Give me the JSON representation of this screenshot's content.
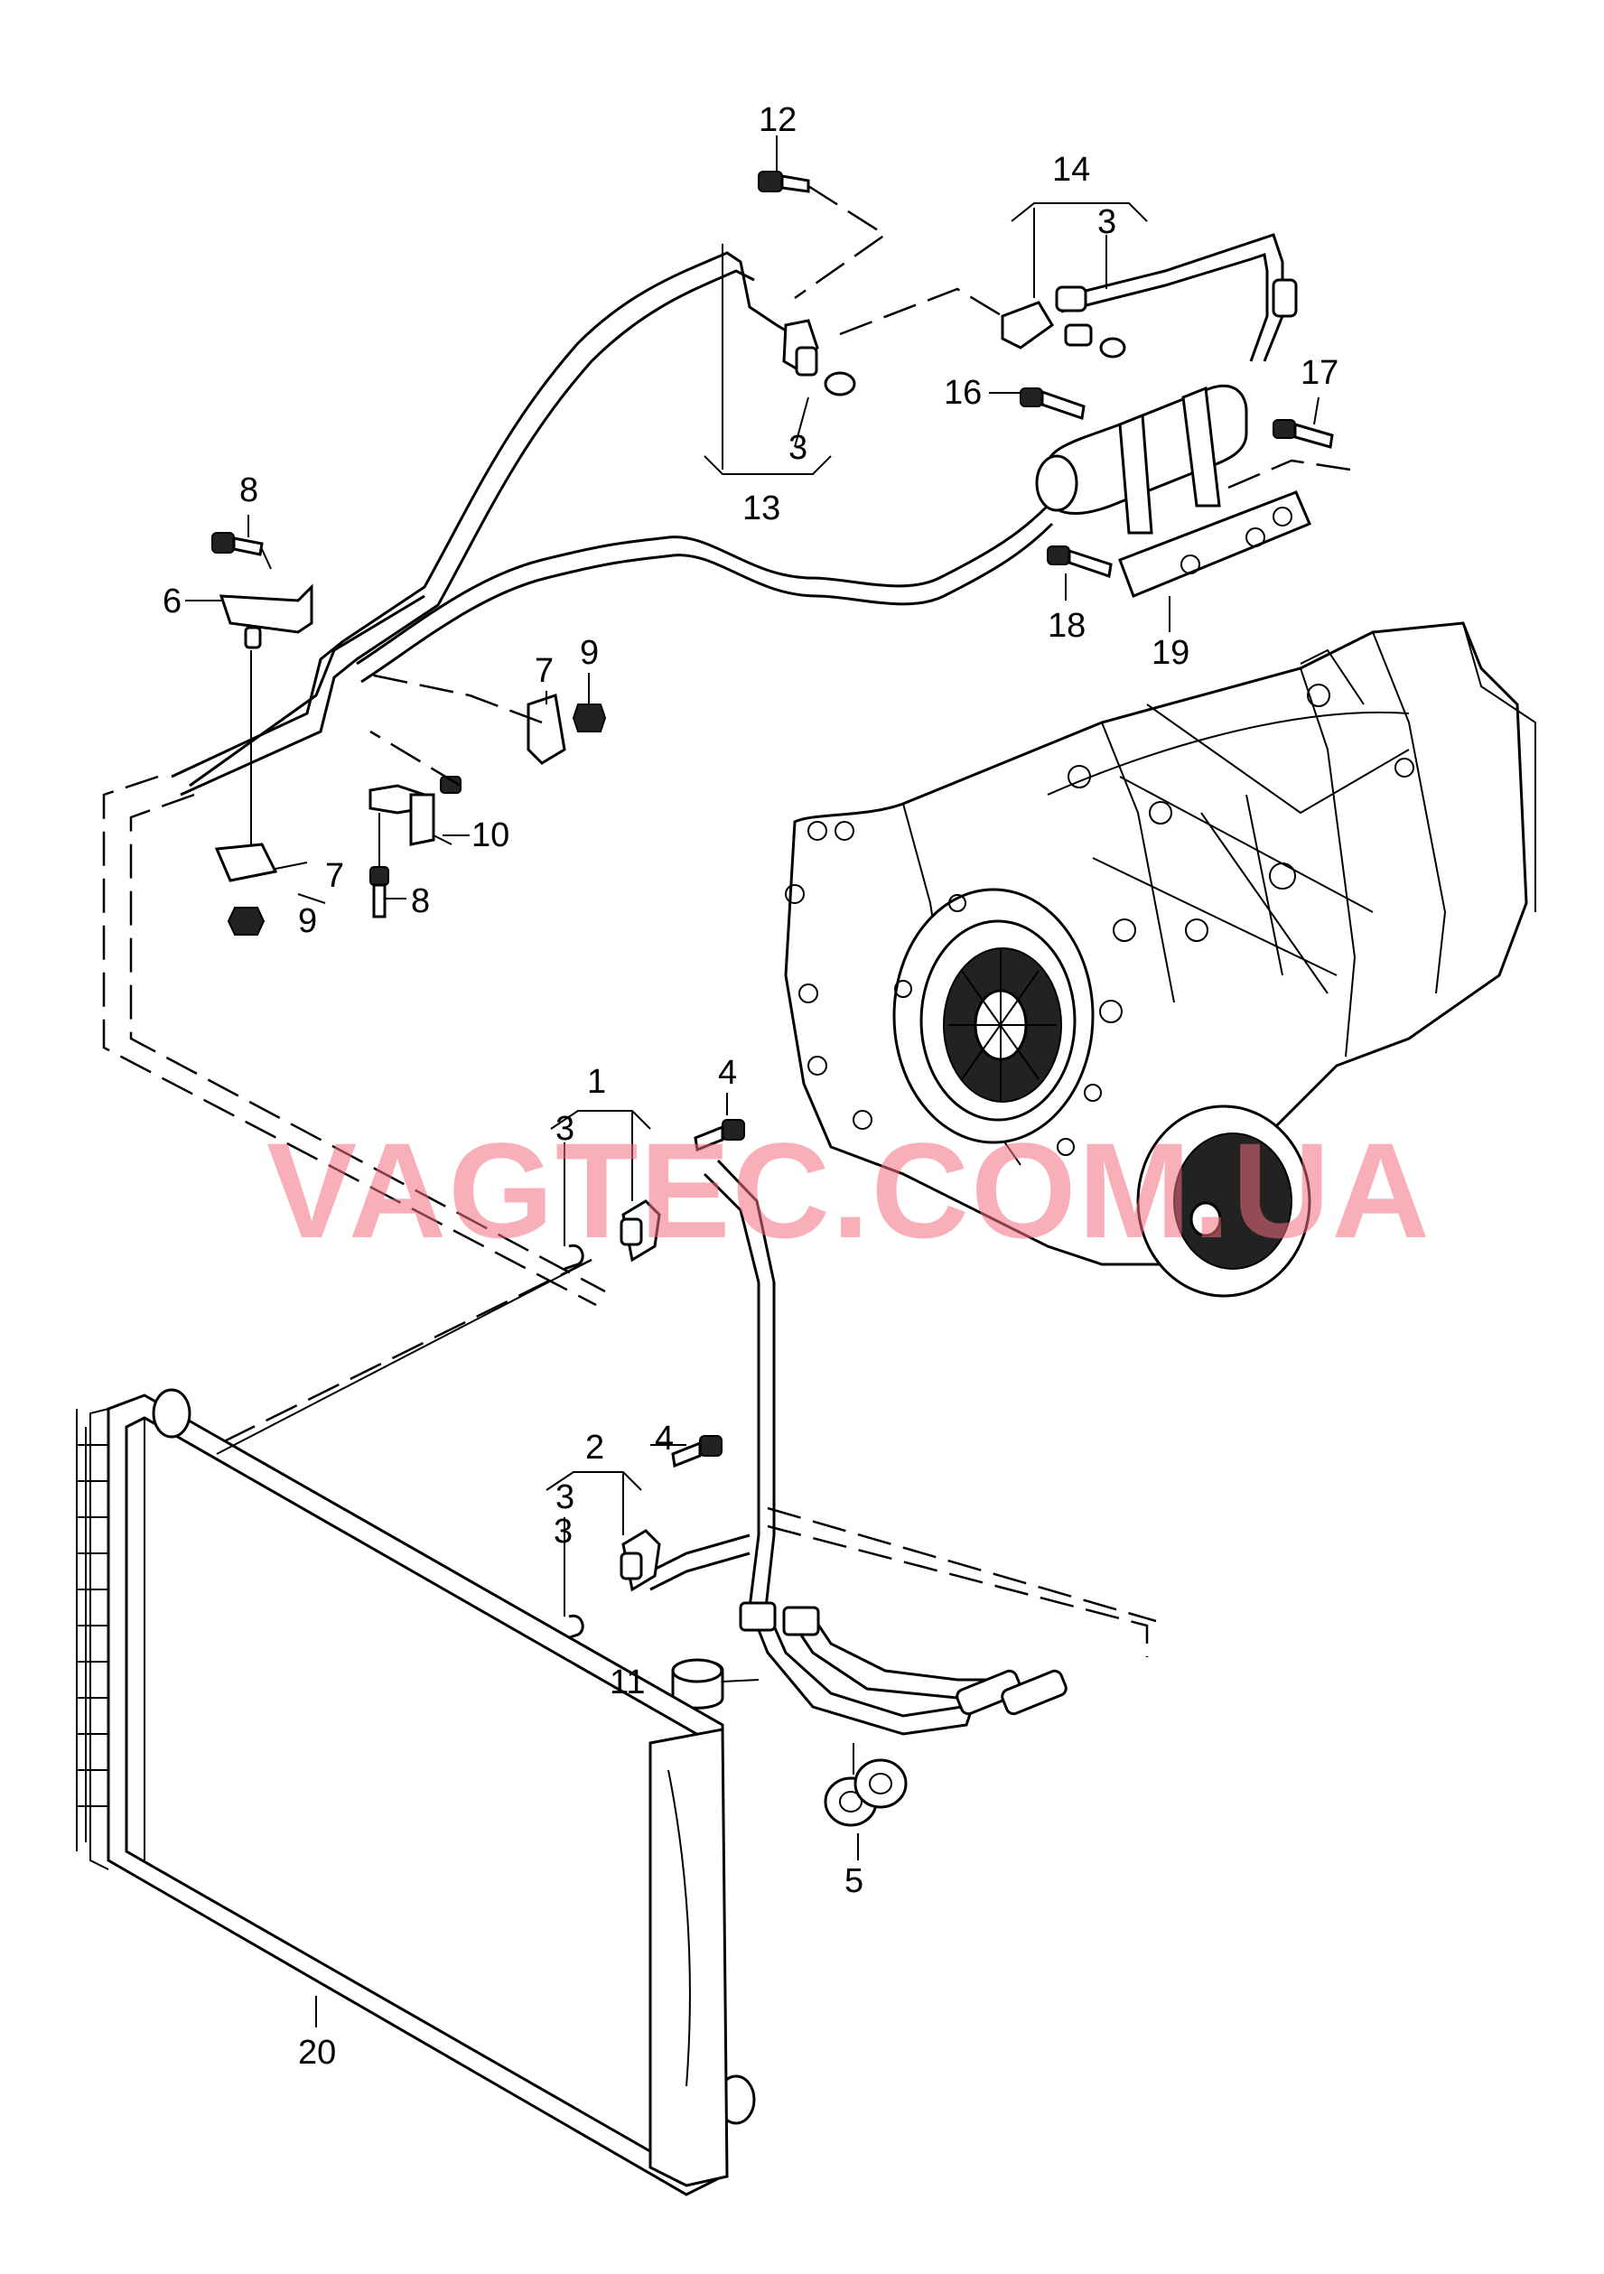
{
  "watermark": "VAGTEC.COM.UA",
  "callouts": [
    {
      "id": "c12",
      "text": "12"
    },
    {
      "id": "c14",
      "text": "14"
    },
    {
      "id": "c3a",
      "text": "3"
    },
    {
      "id": "c16",
      "text": "16"
    },
    {
      "id": "c17",
      "text": "17"
    },
    {
      "id": "c3b",
      "text": "3"
    },
    {
      "id": "c13",
      "text": "13"
    },
    {
      "id": "c8a",
      "text": "8"
    },
    {
      "id": "c6",
      "text": "6"
    },
    {
      "id": "c18",
      "text": "18"
    },
    {
      "id": "c19",
      "text": "19"
    },
    {
      "id": "c7a",
      "text": "7"
    },
    {
      "id": "c9a",
      "text": "9"
    },
    {
      "id": "c10",
      "text": "10"
    },
    {
      "id": "c7b",
      "text": "7"
    },
    {
      "id": "c8b",
      "text": "8"
    },
    {
      "id": "c9b",
      "text": "9"
    },
    {
      "id": "c1",
      "text": "1"
    },
    {
      "id": "c4a",
      "text": "4"
    },
    {
      "id": "c3c",
      "text": "3"
    },
    {
      "id": "c2",
      "text": "2"
    },
    {
      "id": "c4b",
      "text": "4"
    },
    {
      "id": "c3d",
      "text": "3"
    },
    {
      "id": "c3e",
      "text": "3"
    },
    {
      "id": "c11",
      "text": "11"
    },
    {
      "id": "c5",
      "text": "5"
    },
    {
      "id": "c20",
      "text": "20"
    }
  ]
}
